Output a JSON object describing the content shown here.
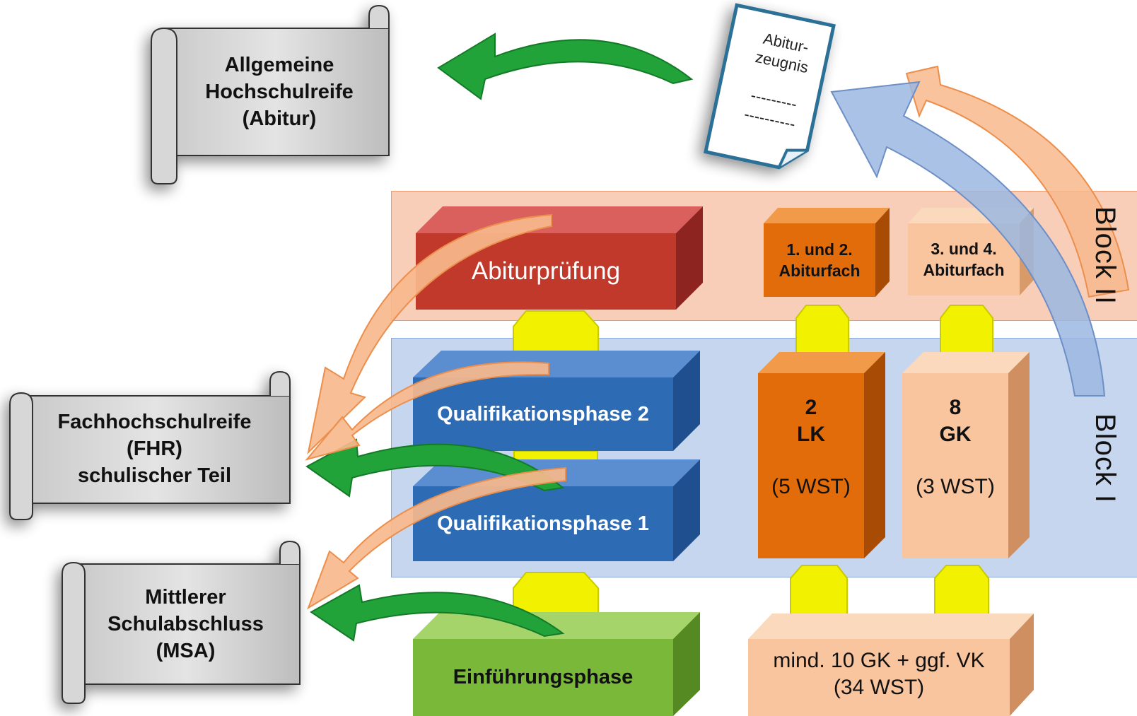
{
  "scrolls": {
    "abitur": [
      "Allgemeine",
      "Hochschulreife",
      "(Abitur)"
    ],
    "fhr": [
      "Fachhochschulreife",
      "(FHR)",
      "schulischer Teil"
    ],
    "msa": [
      "Mittlerer",
      "Schulabschluss",
      "(MSA)"
    ]
  },
  "document": {
    "title": [
      "Abitur-",
      "zeugnis"
    ],
    "lines": [
      "---------",
      "----------"
    ]
  },
  "blocks": {
    "block2": "Block II",
    "block1": "Block I"
  },
  "phases": {
    "abiturpruefung": "Abiturprüfung",
    "q2": "Qualifikationsphase 2",
    "q1": "Qualifikationsphase 1",
    "einfuehrung": "Einführungsphase"
  },
  "exam_subjects": {
    "lk_subjects": [
      "1. und  2.",
      "Abiturfach"
    ],
    "gk_subjects": [
      "3. und  4.",
      "Abiturfach"
    ]
  },
  "courses": {
    "lk": {
      "count": "2",
      "type": "LK",
      "hours": "(5 WST)"
    },
    "gk": {
      "count": "8",
      "type": "GK",
      "hours": "(3 WST)"
    },
    "intro": [
      "mind. 10 GK + ggf. VK",
      "(34 WST)"
    ]
  },
  "colors": {
    "red_box": "#c0392b",
    "blue_box": "#2e6bb5",
    "green_box": "#7ab83a",
    "orange_dark": "#e36c0a",
    "orange_light": "#f8c59f",
    "connector_yellow": "#f2f200",
    "arrow_green": "#21a33a",
    "arrow_orange": "#f7b98c",
    "arrow_blue": "#9bb7e0"
  }
}
